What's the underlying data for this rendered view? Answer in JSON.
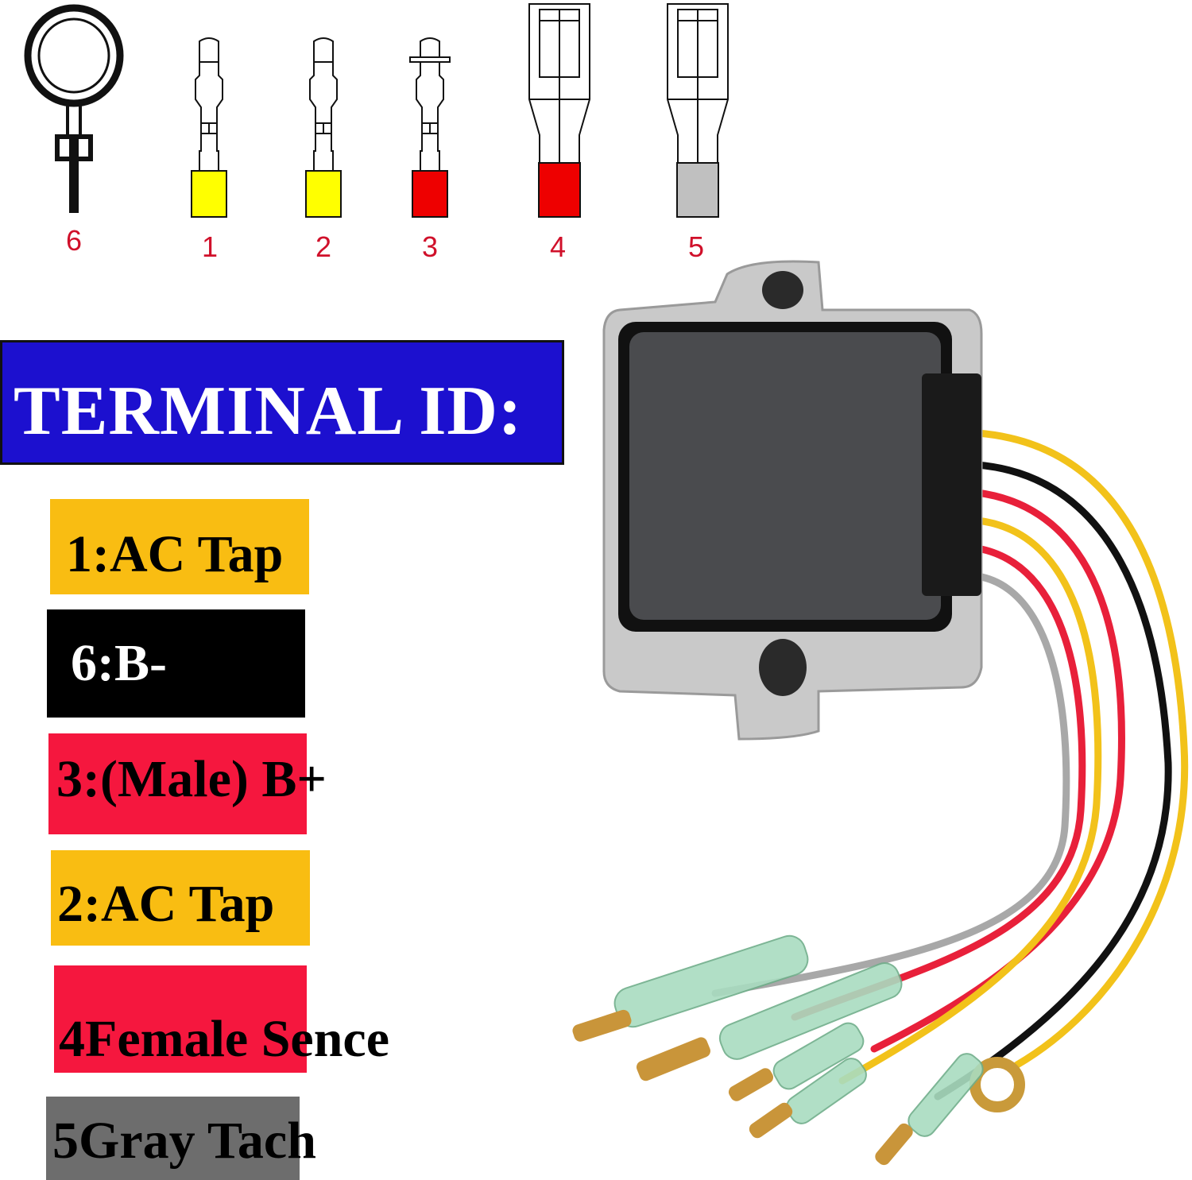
{
  "connectors": [
    {
      "id": "6",
      "type": "ring-terminal",
      "color": "#111111"
    },
    {
      "id": "1",
      "type": "male-bullet",
      "color": "#ffff00"
    },
    {
      "id": "2",
      "type": "male-bullet",
      "color": "#ffff00"
    },
    {
      "id": "3",
      "type": "male-bullet",
      "color": "#ee0000"
    },
    {
      "id": "4",
      "type": "female-spade",
      "color": "#ee0000"
    },
    {
      "id": "5",
      "type": "female-spade",
      "color": "#c0c0c0"
    }
  ],
  "banner": {
    "title": "TERMINAL ID:",
    "color": "#1c10cf"
  },
  "labels": [
    {
      "text": "1:AC Tap",
      "bg": "#f9bd12"
    },
    {
      "text": "6:B-",
      "bg": "#000000"
    },
    {
      "text": "3:(Male) B+",
      "bg": "#f5173e"
    },
    {
      "text": "2:AC Tap",
      "bg": "#f9bd12"
    },
    {
      "text": "4Female Sence",
      "bg": "#f5173e"
    },
    {
      "text": "5Gray Tach",
      "bg": "#6d6d6d"
    }
  ],
  "product": {
    "name": "voltage-regulator-rectifier",
    "wire_colors": [
      "#f2c21a",
      "#111111",
      "#e8203a",
      "#f2c21a",
      "#e8203a",
      "#a8a8a8"
    ]
  }
}
